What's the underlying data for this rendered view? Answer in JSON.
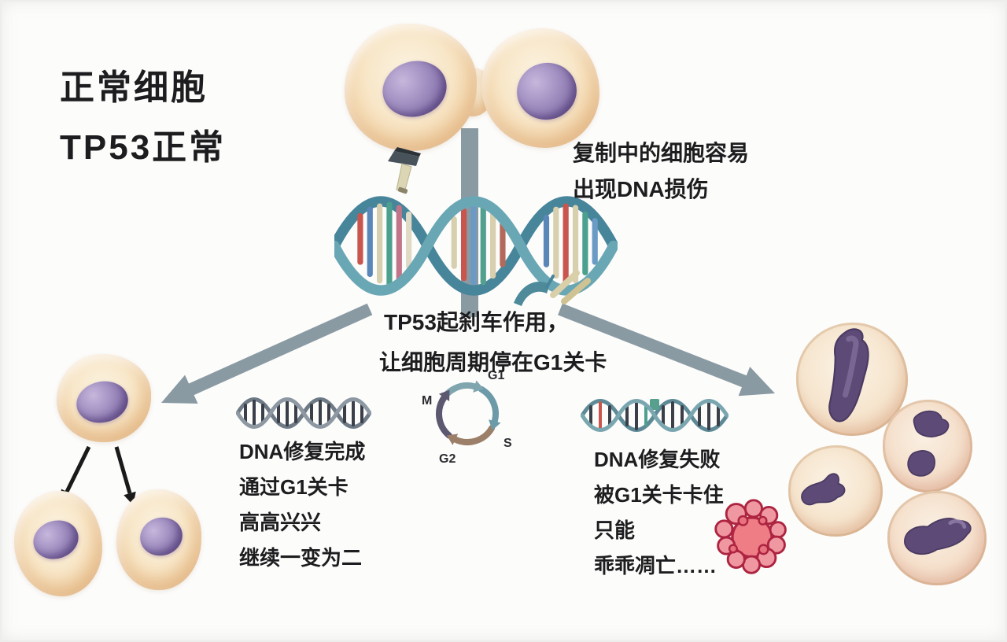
{
  "title": {
    "line1": "正常细胞",
    "line2": "TP53正常"
  },
  "damage_note": {
    "line1": "复制中的细胞容易",
    "line2": "出现DNA损伤"
  },
  "brake_note": {
    "line1": "TP53起刹车作用，",
    "line2": "让细胞周期停在G1关卡"
  },
  "cell_cycle": {
    "g1": "G1",
    "s": "S",
    "g2": "G2",
    "m": "M"
  },
  "left_outcome": {
    "lines": [
      "DNA修复完成",
      "通过G1关卡",
      "高高兴兴",
      "继续一变为二"
    ]
  },
  "right_outcome": {
    "lines": [
      "DNA修复失败",
      "被G1关卡卡住",
      "只能",
      "乖乖凋亡……"
    ]
  },
  "colors": {
    "cell_body": "#f6ddb6",
    "nucleus_purple": "#8e7bb0",
    "damaged_nucleus": "#5d4a77",
    "arrow_gray": "#8a9aa2",
    "dna_teal": "#47859a",
    "apoptosis_red": "#b02845",
    "text": "#1d1d1f",
    "background": "#fcfcfb"
  }
}
